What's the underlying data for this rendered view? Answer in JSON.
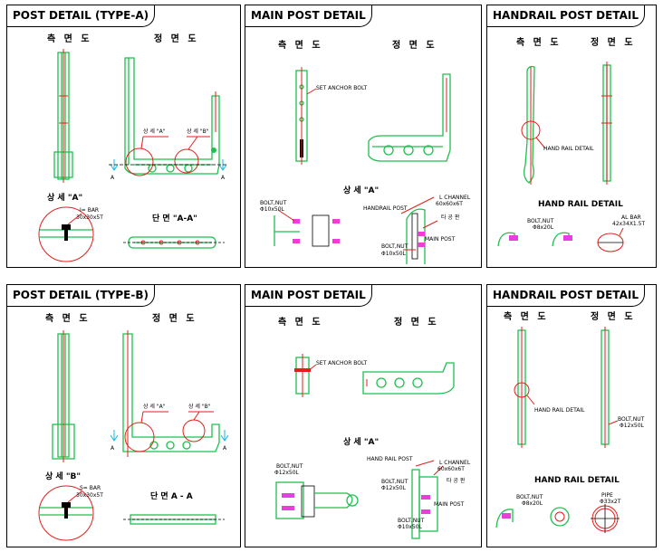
{
  "panels": {
    "a1": {
      "title": "POST DETAIL (TYPE-A)",
      "side_view": "측 면 도",
      "front_view": "정 면 도",
      "callout_a": "상 세 \"A\"",
      "callout_b": "상 세 \"B\"",
      "section_mark": "A",
      "detail_title": "상 세 \"A\"",
      "detail_note_1": "I= BAR",
      "detail_note_2": "30x30x5T",
      "section_title": "단 면 \"A-A\""
    },
    "b1": {
      "title": "MAIN POST DETAIL",
      "side_view": "측 면 도",
      "front_view": "정 면 도",
      "anchor": "SET ANCHOR BOLT",
      "detail_title": "상 세 \"A\"",
      "bolt_nut": "BOLT,NUT",
      "bolt_spec": "Φ10x50L",
      "handrail_post": "HANDRAIL POST",
      "channel": "L CHANNEL",
      "channel_spec": "60x60x6T",
      "tagongpan": "타 공 판",
      "main_post": "MAIN POST",
      "bolt_nut_2": "BOLT,NUT",
      "bolt_spec_2": "Φ10x50L"
    },
    "c1": {
      "title": "HANDRAIL POST DETAIL",
      "side_view": "측 면 도",
      "front_view": "정 면 도",
      "rail_detail": "HAND RAIL DETAIL",
      "section_title": "HAND RAIL DETAIL",
      "bolt_nut": "BOLT,NUT",
      "bolt_spec": "Φ8x20L",
      "al_bar": "AL BAR",
      "al_bar_spec": "42x34X1.5T"
    },
    "a2": {
      "title": "POST DETAIL (TYPE-B)",
      "side_view": "측 면 도",
      "front_view": "정 면 도",
      "callout_a": "상 세 \"A\"",
      "callout_b": "상 세 \"B\"",
      "section_mark": "A",
      "detail_title": "상 세 \"B\"",
      "detail_note_1": "S= BAR",
      "detail_note_2": "30x30x5T",
      "section_title": "단 면 A - A"
    },
    "b2": {
      "title": "MAIN POST DETAIL",
      "side_view": "측 면 도",
      "front_view": "정 면 도",
      "anchor": "SET ANCHOR BOLT",
      "detail_title": "상 세 \"A\"",
      "bolt_nut": "BOLT,NUT",
      "bolt_spec": "Φ12x50L",
      "handrail_post": "HAND RAIL POST",
      "channel": "L CHANNEL",
      "channel_spec": "60x60x6T",
      "tagongpan": "타 공 판",
      "bolt_nut_2": "BOLT,NUT",
      "bolt_spec_2": "Φ12x50L",
      "main_post": "MAIN POST",
      "bolt_nut_3": "BOLT,NUT",
      "bolt_spec_3": "Φ10x50L"
    },
    "c2": {
      "title": "HANDRAIL POST DETAIL",
      "side_view": "측 면 도",
      "front_view": "정 면 도",
      "rail_detail": "HAND RAIL DETAIL",
      "bolt_nut": "BOLT,NUT",
      "bolt_spec": "Φ12x50L",
      "section_title": "HAND RAIL DETAIL",
      "bolt_nut_2": "BOLT,NUT",
      "bolt_spec_2": "Φ8x20L",
      "pipe": "PIPE",
      "pipe_spec": "Φ33x2T"
    }
  },
  "colors": {
    "line": "#1fbf4f",
    "leader": "#e0201b",
    "bolt": "#e93fd8",
    "section_arrow": "#1ab6e6"
  }
}
